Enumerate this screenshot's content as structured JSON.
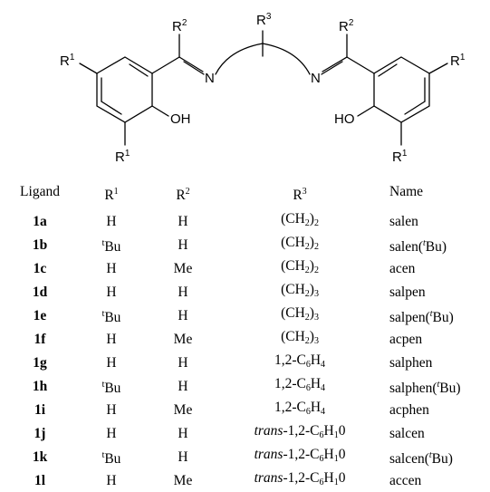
{
  "structure": {
    "labels": {
      "r1_left_top": "R",
      "r1_left_top_sup": "1",
      "r1_left_bottom": "R",
      "r1_left_bottom_sup": "1",
      "r2_left": "R",
      "r2_left_sup": "2",
      "r3": "R",
      "r3_sup": "3",
      "r2_right": "R",
      "r2_right_sup": "2",
      "r1_right_top": "R",
      "r1_right_top_sup": "1",
      "r1_right_bottom": "R",
      "r1_right_bottom_sup": "1",
      "n_left": "N",
      "n_right": "N",
      "oh_left": "OH",
      "ho_right": "HO"
    }
  },
  "table": {
    "headers": {
      "ligand": "Ligand",
      "r1": "R",
      "r1_sup": "1",
      "r2": "R",
      "r2_sup": "2",
      "r3": "R",
      "r3_sup": "3",
      "name": "Name"
    },
    "rows": [
      {
        "ligand": "1a",
        "r1": "H",
        "r1_pre": "",
        "r2": "H",
        "r3": "(CH2)2",
        "name": "salen"
      },
      {
        "ligand": "1b",
        "r1": "Bu",
        "r1_pre": "t",
        "r2": "H",
        "r3": "(CH2)2",
        "name": "salen(tBu)"
      },
      {
        "ligand": "1c",
        "r1": "H",
        "r1_pre": "",
        "r2": "Me",
        "r3": "(CH2)2",
        "name": "acen"
      },
      {
        "ligand": "1d",
        "r1": "H",
        "r1_pre": "",
        "r2": "H",
        "r3": "(CH2)3",
        "name": "salpen"
      },
      {
        "ligand": "1e",
        "r1": "Bu",
        "r1_pre": "t",
        "r2": "H",
        "r3": "(CH2)3",
        "name": "salpen(tBu)"
      },
      {
        "ligand": "1f",
        "r1": "H",
        "r1_pre": "",
        "r2": "Me",
        "r3": "(CH2)3",
        "name": "acpen"
      },
      {
        "ligand": "1g",
        "r1": "H",
        "r1_pre": "",
        "r2": "H",
        "r3": "1,2-C6H4",
        "name": "salphen"
      },
      {
        "ligand": "1h",
        "r1": "Bu",
        "r1_pre": "t",
        "r2": "H",
        "r3": "1,2-C6H4",
        "name": "salphen(tBu)"
      },
      {
        "ligand": "1i",
        "r1": "H",
        "r1_pre": "",
        "r2": "Me",
        "r3": "1,2-C6H4",
        "name": "acphen"
      },
      {
        "ligand": "1j",
        "r1": "H",
        "r1_pre": "",
        "r2": "H",
        "r3": "trans-1,2-C6H10",
        "name": "salcen"
      },
      {
        "ligand": "1k",
        "r1": "Bu",
        "r1_pre": "t",
        "r2": "H",
        "r3": "trans-1,2-C6H10",
        "name": "salcen(tBu)"
      },
      {
        "ligand": "1l",
        "r1": "H",
        "r1_pre": "",
        "r2": "Me",
        "r3": "trans-1,2-C6H10",
        "name": "accen"
      }
    ]
  }
}
